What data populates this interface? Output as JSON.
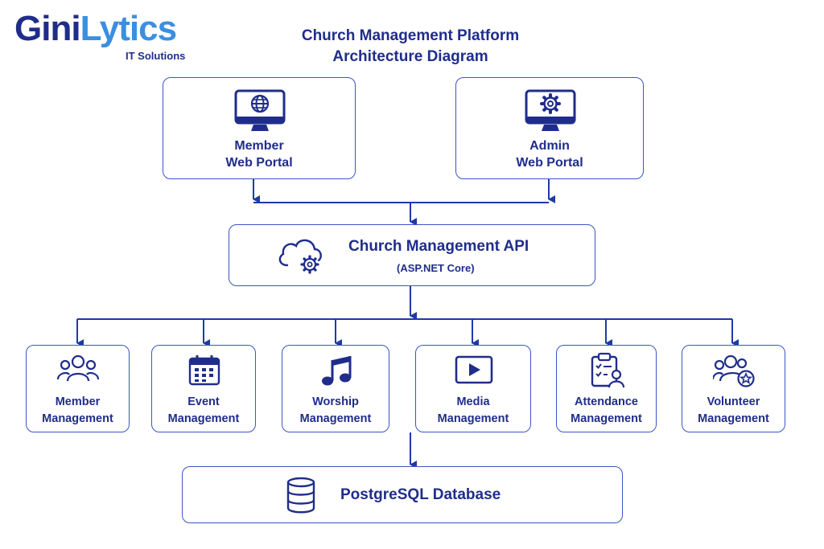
{
  "logo": {
    "part1": "Gini",
    "part2": "Lytics",
    "subtitle": "IT Solutions"
  },
  "title": {
    "line1": "Church Management Platform",
    "line2": "Architecture Diagram"
  },
  "portals": [
    {
      "line1": "Member",
      "line2": "Web Portal",
      "icon": "globe-monitor-icon"
    },
    {
      "line1": "Admin",
      "line2": "Web Portal",
      "icon": "gear-monitor-icon"
    }
  ],
  "api": {
    "title": "Church Management API",
    "subtitle": "(ASP.NET Core)",
    "icon": "cloud-gear-icon"
  },
  "services": [
    {
      "line1": "Member",
      "line2": "Management",
      "icon": "people-icon"
    },
    {
      "line1": "Event",
      "line2": "Management",
      "icon": "calendar-icon"
    },
    {
      "line1": "Worship",
      "line2": "Management",
      "icon": "music-note-icon"
    },
    {
      "line1": "Media",
      "line2": "Management",
      "icon": "play-icon"
    },
    {
      "line1": "Attendance",
      "line2": "Management",
      "icon": "clipboard-person-icon"
    },
    {
      "line1": "Volunteer",
      "line2": "Management",
      "icon": "people-star-icon"
    }
  ],
  "database": {
    "label": "PostgreSQL Database",
    "icon": "database-icon"
  },
  "colors": {
    "primary": "#1f2d8a",
    "accent": "#3b8fe0",
    "line": "#1e3aa8",
    "border": "#3c55c8"
  }
}
